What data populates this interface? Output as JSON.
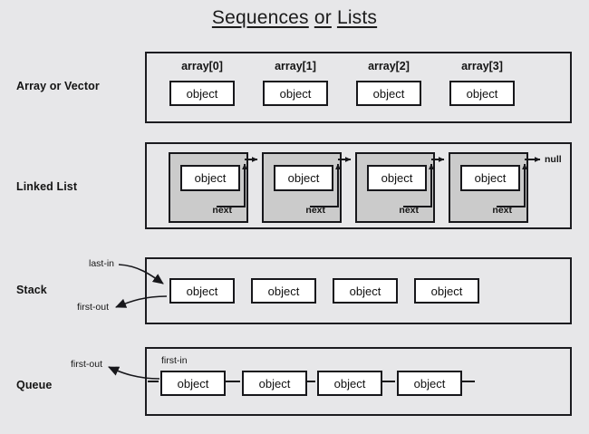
{
  "title": {
    "part1": "Sequences",
    "part2": "or",
    "part3": "Lists"
  },
  "sections": [
    {
      "label": "Array or Vector",
      "kind": "array",
      "slot_labels": [
        "array[0]",
        "array[1]",
        "array[2]",
        "array[3]"
      ],
      "cells": [
        "object",
        "object",
        "object",
        "object"
      ]
    },
    {
      "label": "Linked List",
      "kind": "linked-list",
      "cells": [
        "object",
        "object",
        "object",
        "object"
      ],
      "pointer_label": "next",
      "terminator": "null"
    },
    {
      "label": "Stack",
      "kind": "stack",
      "cells": [
        "object",
        "object",
        "object",
        "object"
      ],
      "in_label": "last-in",
      "out_label": "first-out"
    },
    {
      "label": "Queue",
      "kind": "queue",
      "cells": [
        "object",
        "object",
        "object",
        "object"
      ],
      "in_label": "first-in",
      "out_label": "first-out"
    }
  ],
  "colors": {
    "page_background": "#e7e7e9",
    "frame_border": "#1c1c20",
    "object_fill": "#ffffff",
    "node_fill": "#cbcbcb",
    "text": "#141414"
  }
}
